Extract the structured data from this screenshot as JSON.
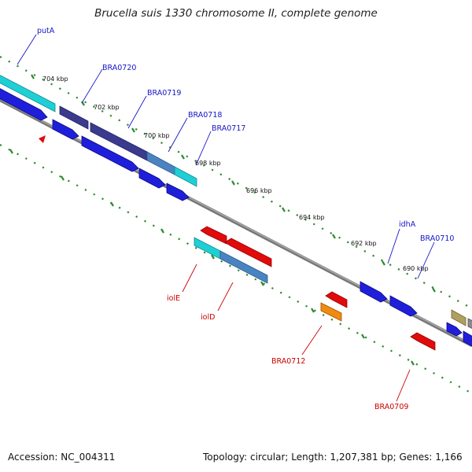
{
  "title": "Brucella suis 1330 chromosome II, complete genome",
  "footer": {
    "accession": "Accession: NC_004311",
    "info": "Topology: circular; Length: 1,207,381 bp; Genes: 1,166"
  },
  "colors": {
    "forward_label": "#1515c8",
    "reverse_label": "#cc0000",
    "backbone": "#888888",
    "tick": "#2e8b2e",
    "cds_blue": "#1f1fdb",
    "cds_cyan": "#1fcfd6",
    "cds_navy": "#3a3a8e",
    "cds_steel": "#4a84c0",
    "cds_red": "#e00b0b",
    "cds_orange": "#f08a10",
    "cds_olive": "#b0a060"
  },
  "kbp_labels": [
    "704 kbp",
    "702 kbp",
    "700 kbp",
    "698 kbp",
    "696 kbp",
    "694 kbp",
    "692 kbp",
    "690 kbp"
  ],
  "forward_genes": [
    "putA",
    "BRA0720",
    "BRA0719",
    "BRA0718",
    "BRA0717",
    "idhA",
    "BRA0710"
  ],
  "reverse_genes": [
    "iolE",
    "iolD",
    "BRA0712",
    "BRA0709"
  ]
}
